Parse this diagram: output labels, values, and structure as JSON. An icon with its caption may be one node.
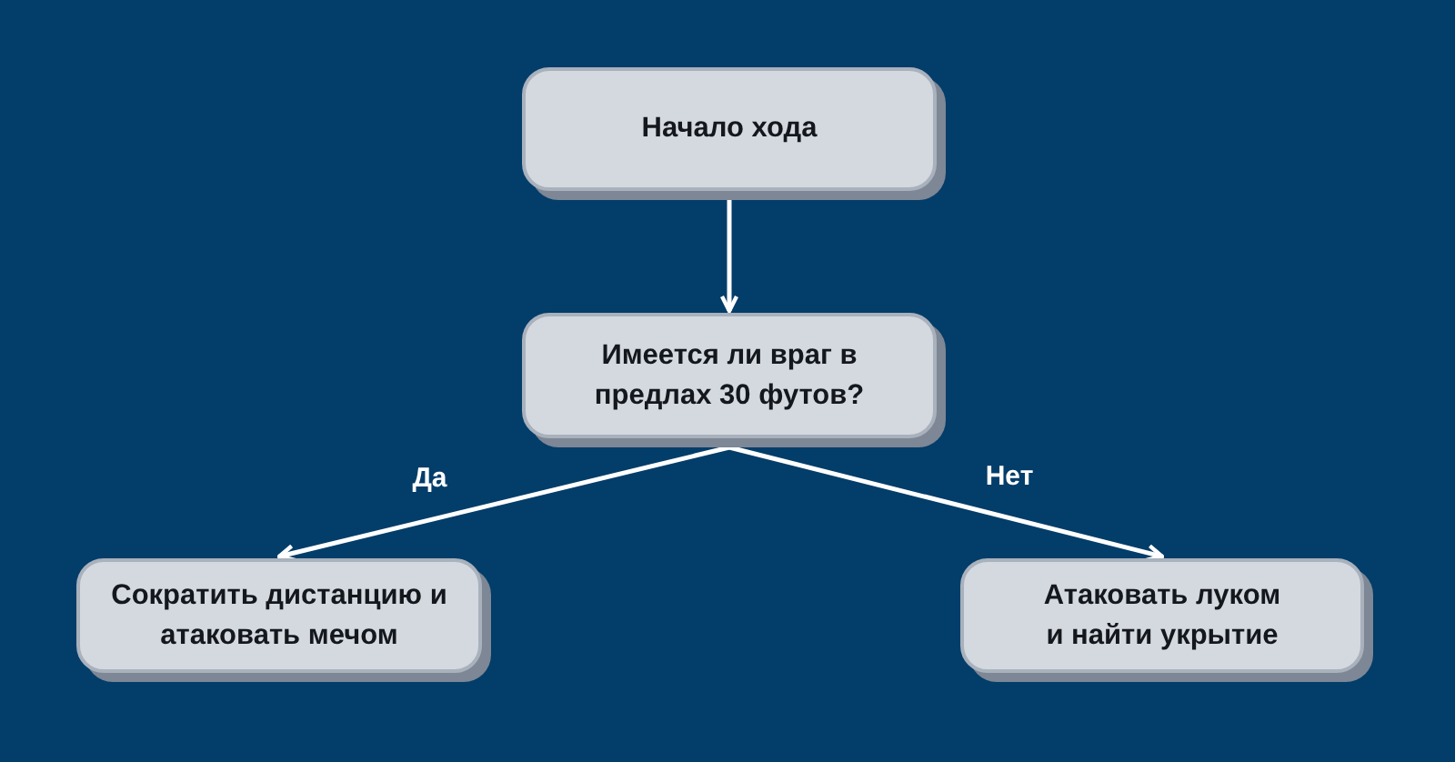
{
  "diagram": {
    "nodes": [
      {
        "text": [
          "Начало хода"
        ]
      },
      {
        "text": [
          "Имеется ли враг в предлах 30 футов?"
        ]
      },
      {
        "text": [
          "Сократить дистанцию и атаковать мечом"
        ]
      },
      {
        "text": [
          "Атаковать луком и найти укрытие"
        ]
      }
    ],
    "edges": [
      {
        "from": 0,
        "to": 1,
        "arrow": "to"
      },
      {
        "from": 1,
        "to": 2,
        "arrow": "to",
        "label": "Да"
      },
      {
        "from": 1,
        "to": 3,
        "arrow": "to",
        "label": "Нет"
      }
    ]
  }
}
